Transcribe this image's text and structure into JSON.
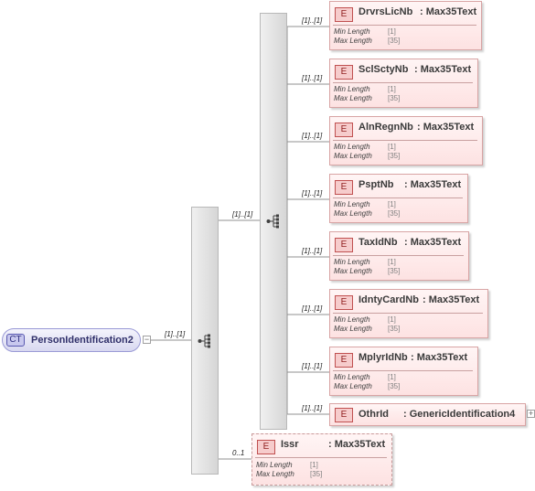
{
  "complex_type": {
    "badge": "CT",
    "name": "PersonIdentification2",
    "collapse_symbol": "−"
  },
  "outer_sequence": {
    "connector_label": "[1]..[1]"
  },
  "inner_sequence": {
    "connector_label": "[1]..[1]"
  },
  "elements": [
    {
      "badge": "E",
      "name": "DrvrsLicNb",
      "type": ": Max35Text",
      "multiplicity": "[1]..[1]",
      "facets": [
        {
          "label": "Min Length",
          "value": "[1]"
        },
        {
          "label": "Max Length",
          "value": "[35]"
        }
      ]
    },
    {
      "badge": "E",
      "name": "SclSctyNb",
      "type": ": Max35Text",
      "multiplicity": "[1]..[1]",
      "facets": [
        {
          "label": "Min Length",
          "value": "[1]"
        },
        {
          "label": "Max Length",
          "value": "[35]"
        }
      ]
    },
    {
      "badge": "E",
      "name": "AlnRegnNb",
      "type": ": Max35Text",
      "multiplicity": "[1]..[1]",
      "facets": [
        {
          "label": "Min Length",
          "value": "[1]"
        },
        {
          "label": "Max Length",
          "value": "[35]"
        }
      ]
    },
    {
      "badge": "E",
      "name": "PsptNb",
      "type": ": Max35Text",
      "multiplicity": "[1]..[1]",
      "facets": [
        {
          "label": "Min Length",
          "value": "[1]"
        },
        {
          "label": "Max Length",
          "value": "[35]"
        }
      ]
    },
    {
      "badge": "E",
      "name": "TaxIdNb",
      "type": ": Max35Text",
      "multiplicity": "[1]..[1]",
      "facets": [
        {
          "label": "Min Length",
          "value": "[1]"
        },
        {
          "label": "Max Length",
          "value": "[35]"
        }
      ]
    },
    {
      "badge": "E",
      "name": "IdntyCardNb",
      "type": ": Max35Text",
      "multiplicity": "[1]..[1]",
      "facets": [
        {
          "label": "Min Length",
          "value": "[1]"
        },
        {
          "label": "Max Length",
          "value": "[35]"
        }
      ]
    },
    {
      "badge": "E",
      "name": "MplyrIdNb",
      "type": ": Max35Text",
      "multiplicity": "[1]..[1]",
      "facets": [
        {
          "label": "Min Length",
          "value": "[1]"
        },
        {
          "label": "Max Length",
          "value": "[35]"
        }
      ]
    },
    {
      "badge": "E",
      "name": "OthrId",
      "type": ": GenericIdentification4",
      "multiplicity": "[1]..[1]",
      "expand_symbol": "+",
      "facets": []
    }
  ],
  "issuer": {
    "badge": "E",
    "name": "Issr",
    "type": ": Max35Text",
    "multiplicity": "0..1",
    "optional": true,
    "facets": [
      {
        "label": "Min Length",
        "value": "[1]"
      },
      {
        "label": "Max Length",
        "value": "[35]"
      }
    ]
  }
}
